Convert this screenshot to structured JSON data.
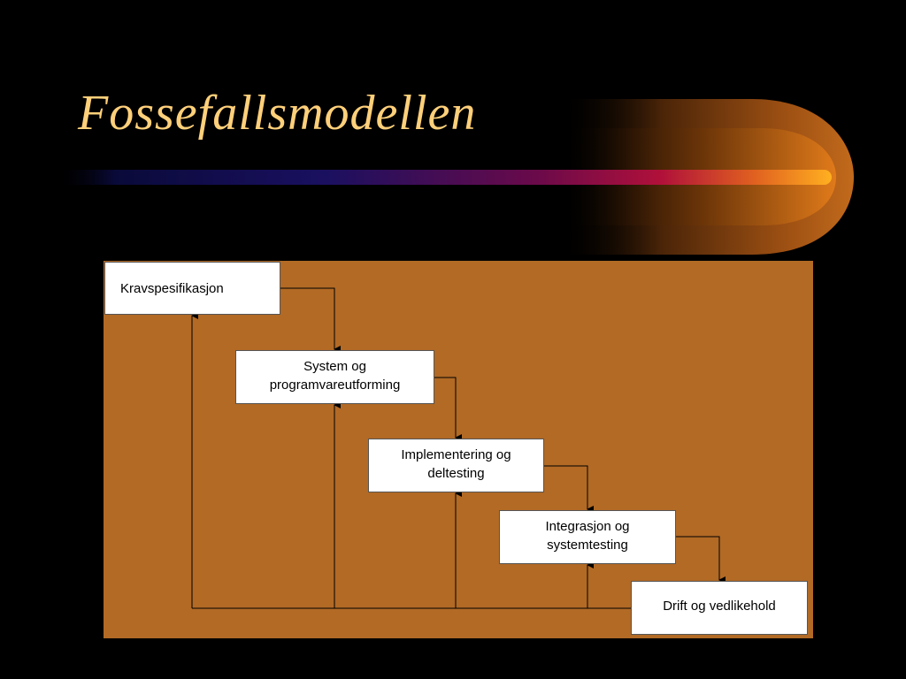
{
  "slide": {
    "title": "Fossefallsmodellen"
  },
  "diagram": {
    "phases": [
      {
        "label": "Kravspesifikasjon"
      },
      {
        "label": "System og\nprogramvareutforming"
      },
      {
        "label": "Implementering og\ndeltesting"
      },
      {
        "label": "Integrasjon og\nsystemtesting"
      },
      {
        "label": "Drift og vedlikehold"
      }
    ]
  },
  "colors": {
    "background": "#000000",
    "title": "#ffd07a",
    "diagram_background": "#b26a25",
    "box_fill": "#ffffff",
    "connector": "#000000"
  }
}
